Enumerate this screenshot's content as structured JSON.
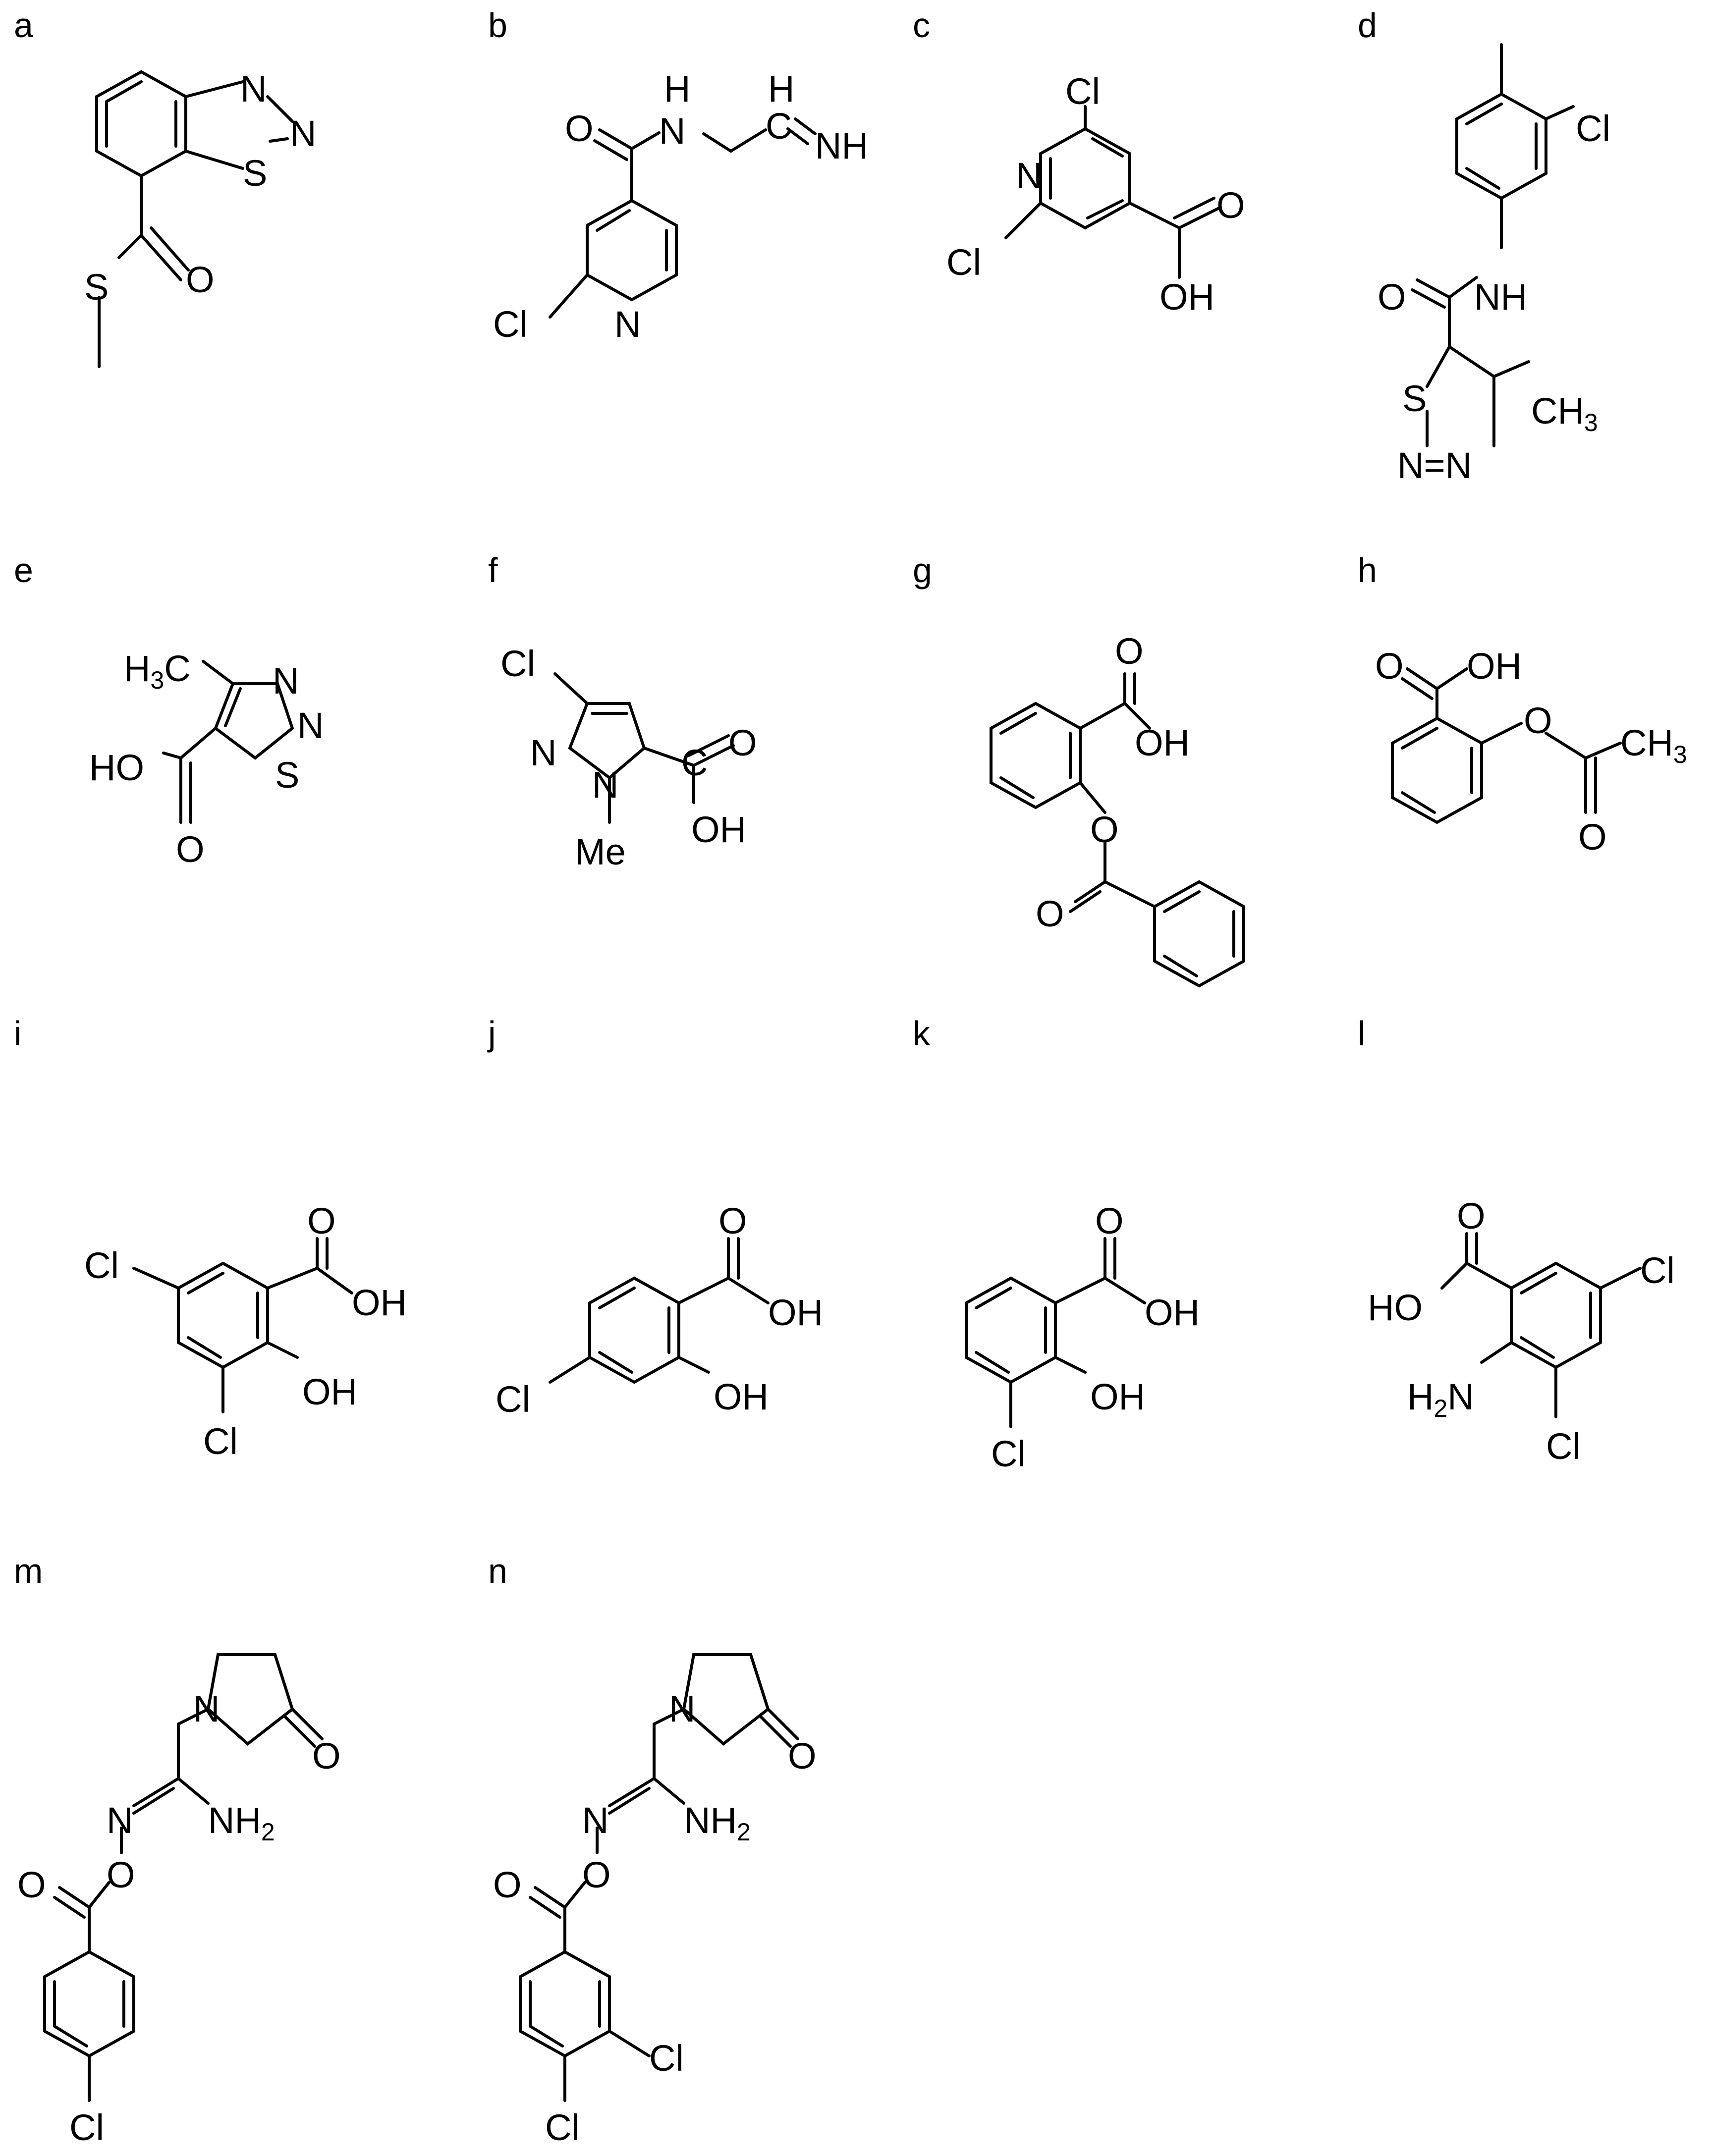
{
  "panel_letters": [
    "a",
    "b",
    "c",
    "d",
    "e",
    "f",
    "g",
    "h",
    "i",
    "j",
    "k",
    "l",
    "m",
    "n"
  ],
  "atoms": {
    "N": "N",
    "S": "S",
    "O": "O",
    "Cl": "Cl",
    "H": "H",
    "NH": "NH",
    "OH": "OH",
    "HO": "HO",
    "CH": "CH",
    "H3C_H": "H",
    "C": "C",
    "Me": "Me",
    "NH2": "NH",
    "H2N_H": "H",
    "sub2": "2",
    "sub3": "3",
    "N_eq_N": "N=N",
    "H_above": "H"
  }
}
